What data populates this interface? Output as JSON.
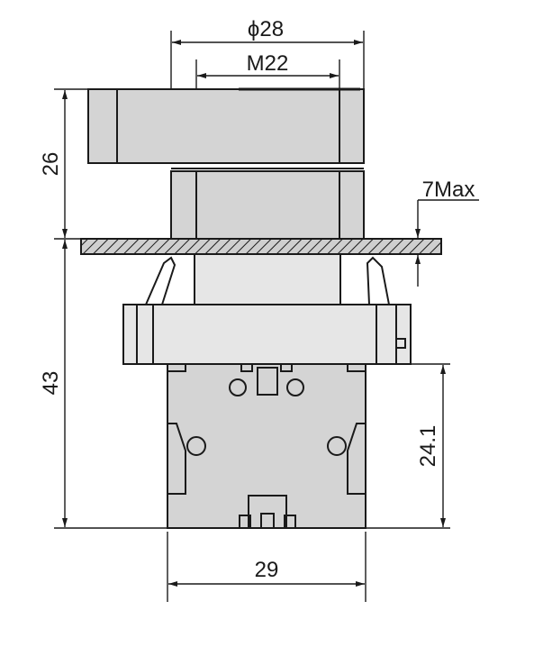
{
  "dimensions": {
    "body_diameter": "ϕ28",
    "thread": "M22",
    "head_height": "26",
    "panel_max": "7Max",
    "overall_depth": "43",
    "block_height": "24.1",
    "block_width": "29"
  },
  "colors": {
    "body_fill": "#d4d4d4",
    "light_fill": "#e6e6e6",
    "line": "#1a1a1a"
  }
}
